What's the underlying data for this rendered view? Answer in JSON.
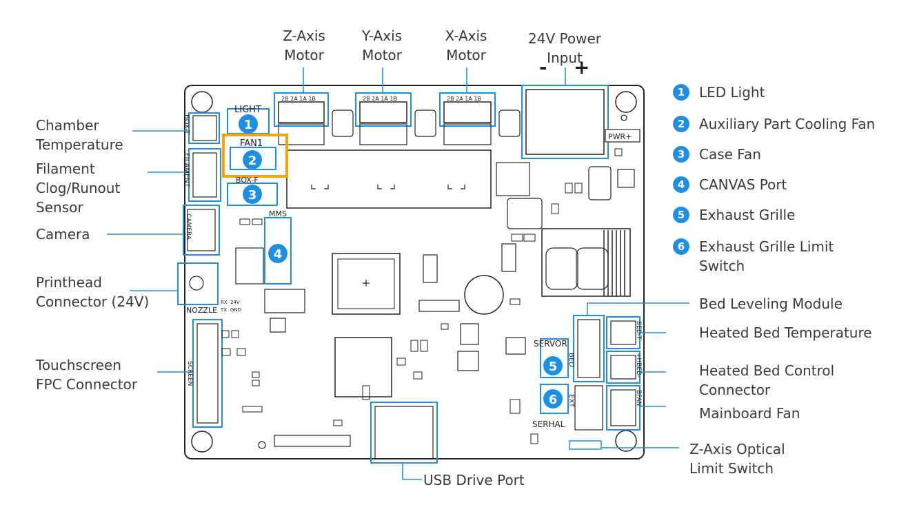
{
  "callouts": {
    "z_axis_line1": "Z-Axis",
    "z_axis_line2": "Motor",
    "y_axis_line1": "Y-Axis",
    "y_axis_line2": "Motor",
    "x_axis_line1": "X-Axis",
    "x_axis_line2": "Motor",
    "power_line1": "24V Power",
    "power_line2": "Input",
    "power_minus": "-",
    "power_plus": "+",
    "chamber_line1": "Chamber",
    "chamber_line2": "Temperature",
    "filament_line1": "Filament",
    "filament_line2": "Clog/Runout",
    "filament_line3": "Sensor",
    "camera": "Camera",
    "printhead_line1": "Printhead",
    "printhead_line2": "Connector (24V)",
    "touchscreen_line1": "Touchscreen",
    "touchscreen_line2": "FPC Connector",
    "bed_leveling": "Bed Leveling Module",
    "heated_bed_temp": "Heated Bed Temperature",
    "heated_bed_ctrl_line1": "Heated Bed Control",
    "heated_bed_ctrl_line2": "Connector",
    "mainboard_fan": "Mainboard Fan",
    "z_optical_line1": "Z-Axis Optical",
    "z_optical_line2": "Limit Switch",
    "usb_drive": "USB Drive Port"
  },
  "legend": [
    {
      "num": "1",
      "label": "LED Light"
    },
    {
      "num": "2",
      "label": "Auxiliary Part Cooling Fan"
    },
    {
      "num": "3",
      "label": "Case Fan"
    },
    {
      "num": "4",
      "label": "CANVAS Port"
    },
    {
      "num": "5",
      "label": "Exhaust Grille"
    },
    {
      "num": "6",
      "label": "Exhaust Grille Limit",
      "label2": "Switch"
    }
  ],
  "markers": [
    "1",
    "2",
    "3",
    "4",
    "5",
    "6"
  ],
  "silkscreen": {
    "light": "LIGHT",
    "fan1": "FAN1",
    "box_f": "BOX-F",
    "box_t": "BOX-T",
    "filament": "FILAMENT",
    "camera": "CAMERA",
    "mms": "MMS",
    "nozzle": "NOZZLE",
    "screen": "SCREEN",
    "pwr": "PWR+",
    "servor": "SERVOR",
    "serhal": "SERHAL",
    "bed": "BED",
    "ext": "EXT",
    "bed_t": "BED-T",
    "hbed": "+HBED-",
    "bfan": "BFAN",
    "motor_pins": "2B 2A 1A 1B",
    "rx": "RX",
    "tx": "TX",
    "v24": "24V",
    "gnd": "GND"
  },
  "colors": {
    "callout_blue": "#1f8fe3",
    "highlight_orange": "#f0a416",
    "board_line": "#222222",
    "text": "#3a3a3a"
  }
}
